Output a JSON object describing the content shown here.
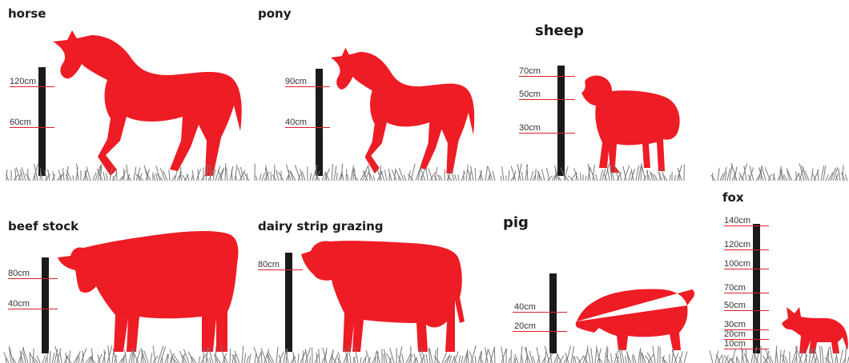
{
  "colors": {
    "animal": "#ee1c25",
    "post": "#1a1a1a",
    "wire": "#e11d2a",
    "grass": "#777777"
  },
  "panels": [
    {
      "title": "horse",
      "animal_icon": "horse-silhouette",
      "heights": [
        "120cm",
        "60cm"
      ]
    },
    {
      "title": "pony",
      "animal_icon": "pony-silhouette",
      "heights": [
        "90cm",
        "40cm"
      ]
    },
    {
      "title": "sheep",
      "animal_icon": "sheep-silhouette",
      "heights": [
        "70cm",
        "50cm",
        "30cm"
      ]
    },
    {
      "title": "beef stock",
      "animal_icon": "cow-silhouette",
      "heights": [
        "80cm",
        "40cm"
      ]
    },
    {
      "title": "dairy strip grazing",
      "animal_icon": "dairy-cow-silhouette",
      "heights": [
        "80cm"
      ]
    },
    {
      "title": "pig",
      "animal_icon": "pig-silhouette",
      "heights": [
        "40cm",
        "20cm"
      ]
    },
    {
      "title": "fox",
      "animal_icon": "fox-silhouette",
      "heights": [
        "140cm",
        "120cm",
        "100cm",
        "70cm",
        "50cm",
        "30cm",
        "20cm",
        "10cm"
      ]
    }
  ]
}
